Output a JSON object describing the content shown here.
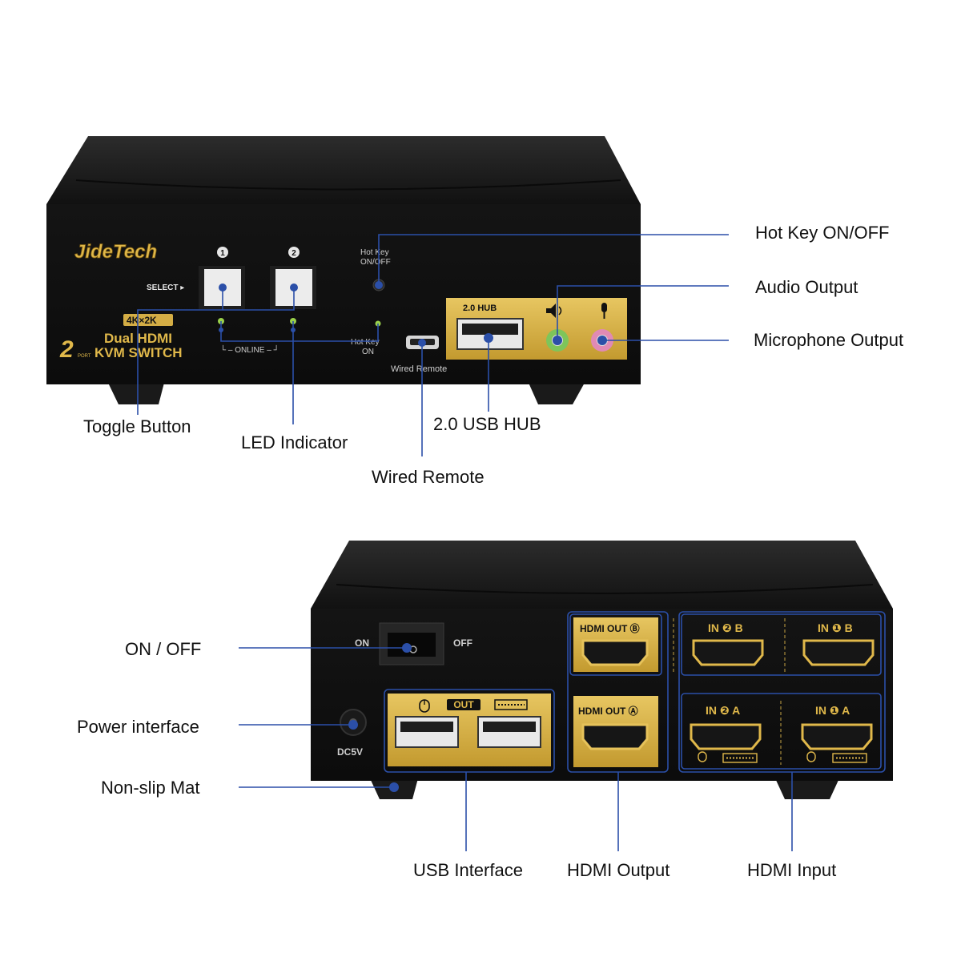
{
  "colors": {
    "callout": "#2b4fa8",
    "body_dark": "#1b1b1b",
    "panel": "#101010",
    "gold": "#d4ad45",
    "gold_dark": "#a07d1e"
  },
  "front": {
    "brand": "JideTech",
    "badge": "4K×2K",
    "model_line1": "Dual HDMI",
    "model_line2": "KVM SWITCH",
    "model_prefix": "2",
    "model_prefix_small": "PORT",
    "select_label": "SELECT ▸",
    "button_1": "1",
    "button_2": "2",
    "online_label": "└ – ONLINE – ┘",
    "hotkey_label_line1": "Hot Key",
    "hotkey_label_line2": "ON/OFF",
    "hotkey_on_line1": "Hot Key",
    "hotkey_on_line2": "ON",
    "wired_remote_label": "Wired Remote",
    "usb_hub_label": "2.0 HUB",
    "speaker_icon": "speaker-icon",
    "mic_icon": "microphone-icon"
  },
  "back": {
    "on_label": "ON",
    "off_label": "OFF",
    "dc_label": "DC5V",
    "usb_out_label": "OUT",
    "mouse_icon": "mouse-icon",
    "keyboard_icon": "keyboard-icon",
    "hdmi_out_b": "HDMI OUT Ⓑ",
    "hdmi_out_a": "HDMI OUT Ⓐ",
    "in2b": "IN ❷ B",
    "in1b": "IN ❶ B",
    "in2a": "IN ❷ A",
    "in1a": "IN ❶ A"
  },
  "callouts": {
    "hot_key": "Hot Key ON/OFF",
    "audio_output": "Audio Output",
    "microphone_output": "Microphone Output",
    "toggle_button": "Toggle Button",
    "led_indicator": "LED Indicator",
    "usb_hub": "2.0 USB HUB",
    "wired_remote": "Wired Remote",
    "on_off": "ON / OFF",
    "power_interface": "Power interface",
    "non_slip_mat": "Non-slip Mat",
    "usb_interface": "USB Interface",
    "hdmi_output": "HDMI Output",
    "hdmi_input": "HDMI Input"
  }
}
